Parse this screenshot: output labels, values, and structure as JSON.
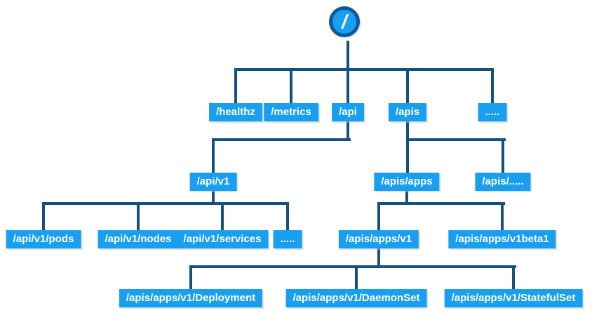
{
  "colors": {
    "node_fill": "#189fef",
    "node_text": "#ffffff",
    "line": "#15517e",
    "root_border": "#0c5a9e",
    "bg": "#ffffff"
  },
  "diagram_type": "api-path-tree",
  "tree": {
    "root": {
      "label": "/"
    },
    "l1": [
      {
        "label": "/healthz",
        "parent": "/"
      },
      {
        "label": "/metrics",
        "parent": "/"
      },
      {
        "label": "/api",
        "parent": "/"
      },
      {
        "label": "/apis",
        "parent": "/"
      },
      {
        "label": ".....",
        "parent": "/"
      }
    ],
    "l2": [
      {
        "label": "/api/v1",
        "parent": "/api"
      },
      {
        "label": "/apis/apps",
        "parent": "/apis"
      },
      {
        "label": "/apis/.....",
        "parent": "/apis"
      }
    ],
    "l3": [
      {
        "label": "/api/v1/pods",
        "parent": "/api/v1"
      },
      {
        "label": "/api/v1/nodes",
        "parent": "/api/v1"
      },
      {
        "label": "/api/v1/services",
        "parent": "/api/v1"
      },
      {
        "label": ".....",
        "parent": "/api/v1"
      },
      {
        "label": "/apis/apps/v1",
        "parent": "/apis/apps"
      },
      {
        "label": "/apis/apps/v1beta1",
        "parent": "/apis/apps"
      }
    ],
    "l4": [
      {
        "label": "/apis/apps/v1/Deployment",
        "parent": "/apis/apps/v1"
      },
      {
        "label": "/apis/apps/v1/DaemonSet",
        "parent": "/apis/apps/v1"
      },
      {
        "label": "/apis/apps/v1/StatefulSet",
        "parent": "/apis/apps/v1"
      }
    ]
  }
}
